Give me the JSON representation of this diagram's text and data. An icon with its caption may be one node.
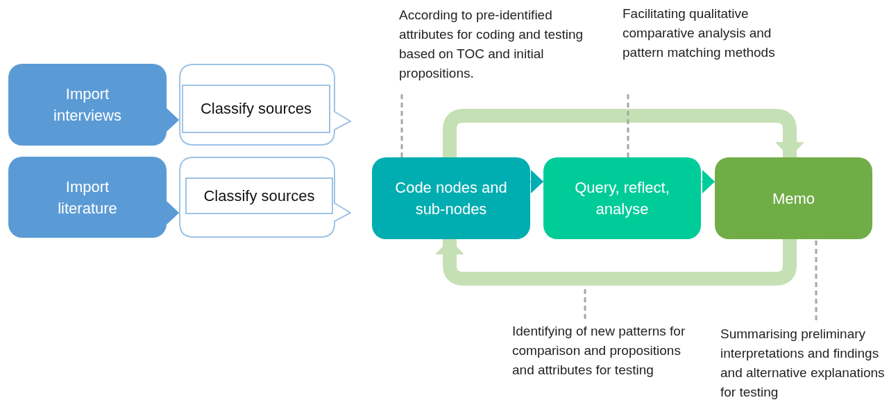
{
  "diagram": {
    "nodes": [
      {
        "text": [
          "Import interviews"
        ]
      },
      {
        "text": [],
        "shape": "box"
      },
      {
        "text": [
          "Classify sources"
        ],
        "in": 1
      },
      {
        "text": [
          "Import literature"
        ]
      },
      {
        "text": [],
        "shape": "box"
      },
      {
        "text": [
          "Classify sources"
        ],
        "in": 4
      },
      {
        "text": [
          "Code nodes and sub-nodes"
        ]
      },
      {
        "text": [
          "Query, reflect, analyse"
        ]
      },
      {
        "text": [
          "Memo"
        ]
      },
      {
        "text": [
          "According to pre-identified attributes for coding and testing based on TOC and initial propositions."
        ]
      },
      {
        "text": [
          "Facilitating qualitative comparative analysis and pattern matching methods"
        ]
      },
      {
        "text": [
          "Identifying of new patterns for comparison and propositions and attributes for testing"
        ]
      },
      {
        "text": [
          "Summarising preliminary interpretations and findings and alternative explanations for testing"
        ]
      }
    ],
    "edges": [
      {
        "from": 0,
        "to": 1,
        "arrow": "to",
        "color": "#5b9bd5"
      },
      {
        "from": 3,
        "to": 4,
        "arrow": "to",
        "color": "#5b9bd5"
      },
      {
        "from": 6,
        "to": 7,
        "arrow": "to",
        "color": "#00adb0"
      },
      {
        "from": 7,
        "to": 8,
        "arrow": "to",
        "color": "#00cc99"
      },
      {
        "from": 6,
        "to": 8,
        "arrow": "to",
        "style": "thick",
        "color": "#c5e0b4"
      },
      {
        "from": 8,
        "to": 6,
        "arrow": "to",
        "style": "thick",
        "color": "#c5e0b4"
      },
      {
        "from": 9,
        "to": 6,
        "arrow": "none",
        "style": "dashed"
      },
      {
        "from": 10,
        "to": 7,
        "arrow": "none",
        "style": "dashed"
      },
      {
        "from": 11,
        "to": null,
        "arrow": "none",
        "style": "dashed"
      },
      {
        "from": 12,
        "to": 8,
        "arrow": "none",
        "style": "dashed"
      }
    ]
  }
}
